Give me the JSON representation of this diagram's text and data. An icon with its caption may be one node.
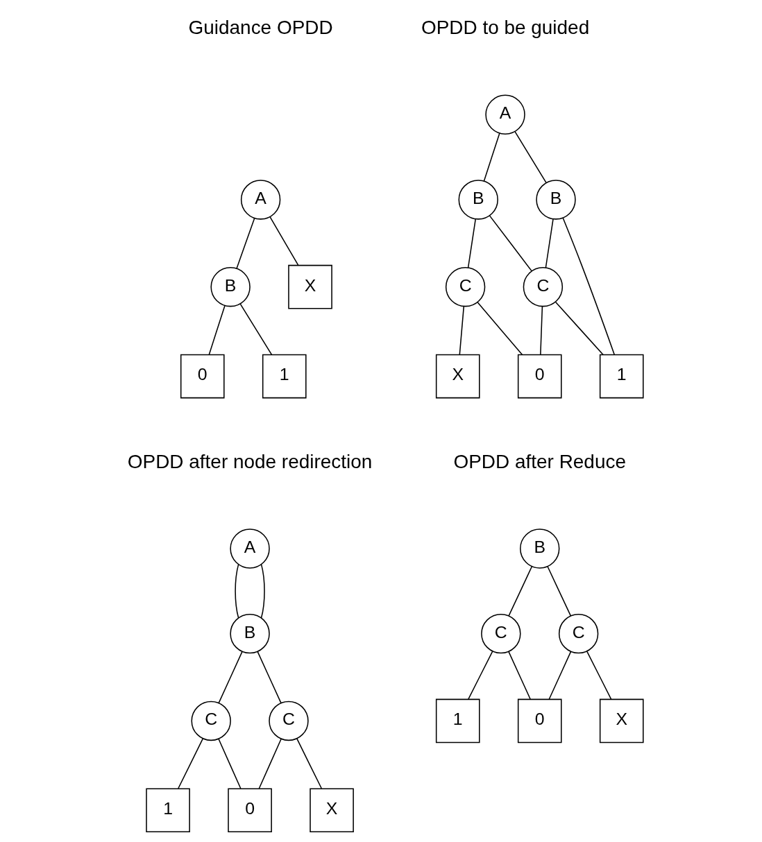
{
  "diagram": {
    "nodes": [
      {
        "text": [
          "A"
        ]
      },
      {
        "text": [
          "B"
        ]
      },
      {
        "text": [
          "X"
        ]
      },
      {
        "text": [
          "0"
        ]
      },
      {
        "text": [
          "1"
        ]
      },
      {
        "text": [
          "A"
        ]
      },
      {
        "text": [
          "B"
        ]
      },
      {
        "text": [
          "B"
        ]
      },
      {
        "text": [
          "C"
        ]
      },
      {
        "text": [
          "C"
        ]
      },
      {
        "text": [
          "0"
        ]
      },
      {
        "text": [
          "X"
        ]
      },
      {
        "text": [
          "1"
        ]
      },
      {
        "text": [
          "A"
        ]
      },
      {
        "text": [
          "B"
        ]
      },
      {
        "text": [
          "C"
        ]
      },
      {
        "text": [
          "C"
        ]
      },
      {
        "text": [
          "0"
        ]
      },
      {
        "text": [
          "X"
        ]
      },
      {
        "text": [
          "1"
        ]
      },
      {
        "text": [
          "B"
        ]
      },
      {
        "text": [
          "C"
        ]
      },
      {
        "text": [
          "C"
        ]
      },
      {
        "text": [
          "0"
        ]
      },
      {
        "text": [
          "X"
        ]
      },
      {
        "text": [
          "1"
        ]
      }
    ],
    "edges": [
      {
        "from": 0,
        "to": 1,
        "arrow": "none"
      },
      {
        "from": 0,
        "to": 2,
        "arrow": "none"
      },
      {
        "from": 1,
        "to": 3,
        "arrow": "none"
      },
      {
        "from": 1,
        "to": 4,
        "arrow": "none"
      },
      {
        "from": 5,
        "to": 6,
        "arrow": "none"
      },
      {
        "from": 5,
        "to": 7,
        "arrow": "none"
      },
      {
        "from": 6,
        "to": 8,
        "arrow": "none"
      },
      {
        "from": 6,
        "to": 9,
        "arrow": "none"
      },
      {
        "from": 7,
        "to": 8,
        "arrow": "none"
      },
      {
        "from": 7,
        "to": 12,
        "arrow": "none"
      },
      {
        "from": 8,
        "to": 10,
        "arrow": "none"
      },
      {
        "from": 8,
        "to": 12,
        "arrow": "none"
      },
      {
        "from": 9,
        "to": 10,
        "arrow": "none"
      },
      {
        "from": 9,
        "to": 11,
        "arrow": "none"
      },
      {
        "from": 13,
        "to": 14,
        "arrow": "none"
      },
      {
        "from": 13,
        "to": 14,
        "arrow": "none"
      },
      {
        "from": 14,
        "to": 15,
        "arrow": "none"
      },
      {
        "from": 14,
        "to": 16,
        "arrow": "none"
      },
      {
        "from": 15,
        "to": 17,
        "arrow": "none"
      },
      {
        "from": 15,
        "to": 19,
        "arrow": "none"
      },
      {
        "from": 16,
        "to": 17,
        "arrow": "none"
      },
      {
        "from": 16,
        "to": 18,
        "arrow": "none"
      },
      {
        "from": 20,
        "to": 21,
        "arrow": "none"
      },
      {
        "from": 20,
        "to": 22,
        "arrow": "none"
      },
      {
        "from": 21,
        "to": 23,
        "arrow": "none"
      },
      {
        "from": 21,
        "to": 25,
        "arrow": "none"
      },
      {
        "from": 22,
        "to": 23,
        "arrow": "none"
      },
      {
        "from": 22,
        "to": 24,
        "arrow": "none"
      }
    ],
    "labels": [
      "Guidance OPDD",
      "OPDD to be guided",
      "OPDD after node redirection",
      "OPDD after Reduce"
    ]
  }
}
